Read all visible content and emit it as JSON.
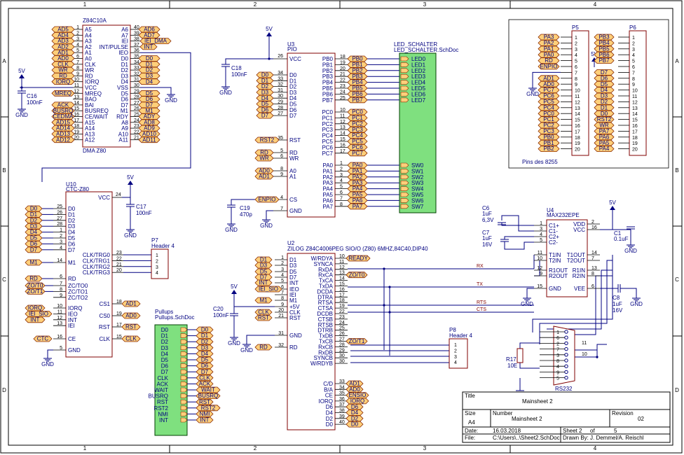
{
  "frame": {
    "cols": [
      "1",
      "2",
      "3",
      "4"
    ],
    "rows": [
      "A",
      "B",
      "C",
      "D"
    ]
  },
  "dma": {
    "ref": "Z84C10A",
    "name": "DMA Z80",
    "left_pins": [
      {
        "n": "A5",
        "num": "1",
        "net": "AD5"
      },
      {
        "n": "A4",
        "num": "2",
        "net": "AD4"
      },
      {
        "n": "A3",
        "num": "3",
        "net": "AD3"
      },
      {
        "n": "A2",
        "num": "4",
        "net": "AD2"
      },
      {
        "n": "A1",
        "num": "5",
        "net": "AD1"
      },
      {
        "n": "A0",
        "num": "6",
        "net": "AD0"
      },
      {
        "n": "CLK",
        "num": "7",
        "net": "CLK"
      },
      {
        "n": "WR",
        "num": "8",
        "net": "WR"
      },
      {
        "n": "RD",
        "num": "9",
        "net": "RD"
      },
      {
        "n": "IORQ",
        "num": "10",
        "net": "IORQ"
      },
      {
        "n": "VCC",
        "num": "11",
        "net": ""
      },
      {
        "n": "MREQ",
        "num": "12",
        "net": "MREQ"
      },
      {
        "n": "BAO",
        "num": "13",
        "net": ""
      },
      {
        "n": "BAI",
        "num": "14",
        "net": "ACK"
      },
      {
        "n": "BUSREQ",
        "num": "15",
        "net": "BUSRQ"
      },
      {
        "n": "CE/WAIT",
        "num": "16",
        "net": "CEDMA"
      },
      {
        "n": "A15",
        "num": "17",
        "net": "AD15"
      },
      {
        "n": "A14",
        "num": "18",
        "net": "AD14"
      },
      {
        "n": "A13",
        "num": "19",
        "net": "AD13"
      },
      {
        "n": "A12",
        "num": "20",
        "net": "AD12"
      }
    ],
    "right_pins": [
      {
        "n": "A6",
        "num": "40",
        "net": "AD6"
      },
      {
        "n": "A7",
        "num": "39",
        "net": "AD7"
      },
      {
        "n": "IEI",
        "num": "38",
        "net": "IEI_DMA"
      },
      {
        "n": "INT/PULSE",
        "num": "37",
        "net": "INT"
      },
      {
        "n": "IEO",
        "num": "36",
        "net": ""
      },
      {
        "n": "D0",
        "num": "35",
        "net": "D0"
      },
      {
        "n": "D1",
        "num": "34",
        "net": "D1"
      },
      {
        "n": "D2",
        "num": "33",
        "net": "D2"
      },
      {
        "n": "D3",
        "num": "32",
        "net": "D3"
      },
      {
        "n": "D4",
        "num": "31",
        "net": "D4"
      },
      {
        "n": "VSS",
        "num": "30",
        "net": ""
      },
      {
        "n": "D5",
        "num": "29",
        "net": "D5"
      },
      {
        "n": "D6",
        "num": "28",
        "net": "D6"
      },
      {
        "n": "D7",
        "num": "27",
        "net": "D7"
      },
      {
        "n": "M1",
        "num": "26",
        "net": "M1"
      },
      {
        "n": "RDY",
        "num": "25",
        "net": "ADY"
      },
      {
        "n": "A8",
        "num": "24",
        "net": "AD8"
      },
      {
        "n": "A9",
        "num": "23",
        "net": "AD9"
      },
      {
        "n": "A10",
        "num": "22",
        "net": "AD10"
      },
      {
        "n": "A11",
        "num": "21",
        "net": "AD11"
      }
    ],
    "cap": {
      "ref": "C16",
      "val": "100nF",
      "vcc": "5V",
      "gnd": "GND"
    }
  },
  "pio": {
    "ref": "U3",
    "name": "PIO",
    "vcc_pin": {
      "n": "VCC",
      "num": "26"
    },
    "d_pins": [
      {
        "n": "D0",
        "num": "34"
      },
      {
        "n": "D1",
        "num": "33"
      },
      {
        "n": "D2",
        "num": "32"
      },
      {
        "n": "D3",
        "num": "31"
      },
      {
        "n": "D4",
        "num": "30"
      },
      {
        "n": "D5",
        "num": "29"
      },
      {
        "n": "D6",
        "num": "28"
      },
      {
        "n": "D7",
        "num": "27"
      }
    ],
    "ctrl_pins": [
      {
        "n": "RST",
        "num": "35",
        "net": "RST2"
      },
      {
        "n": "RD",
        "num": "5",
        "net": "RD"
      },
      {
        "n": "WR",
        "num": "6",
        "net": "WR"
      },
      {
        "n": "A0",
        "num": "8",
        "net": "AD0"
      },
      {
        "n": "A1",
        "num": "9",
        "net": "AD1"
      },
      {
        "n": "CS",
        "num": "4",
        "net": "ENPIO"
      },
      {
        "n": "GND",
        "num": "7",
        "net": ""
      }
    ],
    "pb": [
      "PB0",
      "PB1",
      "PB2",
      "PB3",
      "PB4",
      "PB5",
      "PB6",
      "PB7"
    ],
    "pb_nums": [
      "18",
      "19",
      "20",
      "21",
      "22",
      "23",
      "24",
      "25"
    ],
    "pc": [
      "PC0",
      "PC1",
      "PC2",
      "PC3",
      "PC4",
      "PC5",
      "PC6",
      "PC7"
    ],
    "pc_nums": [
      "10",
      "11",
      "12",
      "13",
      "14",
      "15",
      "16",
      "17"
    ],
    "pa": [
      "PA0",
      "PA1",
      "PA2",
      "PA3",
      "PA4",
      "PA5",
      "PA6",
      "PA7"
    ],
    "pa_nums": [
      "1",
      "2",
      "3",
      "4",
      "5",
      "6",
      "7",
      "8"
    ],
    "cap_c18": {
      "ref": "C18",
      "val": "100nF",
      "vcc": "5V",
      "gnd": "GND"
    },
    "cap_c19": {
      "ref": "C19",
      "val": "470p",
      "gnd": "GND"
    }
  },
  "led_sheet": {
    "name": "LED_SCHALTER",
    "file": "LED_SCHALTER.SchDoc",
    "leds": [
      "LED0",
      "LED1",
      "LED2",
      "LED3",
      "LED4",
      "LED5",
      "LED6",
      "LED7"
    ],
    "sws": [
      "SW0",
      "SW1",
      "SW2",
      "SW3",
      "SW4",
      "SW5",
      "SW6",
      "SW7"
    ]
  },
  "pins8255": {
    "title": "Pins des 8255",
    "p5": "P5",
    "p6": "P6",
    "p5_nets": [
      "PA3",
      "PA2",
      "PA1",
      "PA0",
      "RD",
      "ENPIO",
      "",
      "AD1",
      "AD0",
      "PC7",
      "PC6",
      "PC5",
      "PC4",
      "PC0",
      "PC1",
      "PC2",
      "PC3",
      "PB0",
      "PB1",
      "PB2"
    ],
    "p6_nets": [
      "PB3",
      "PB4",
      "PB5",
      "PB6",
      "PB7",
      "",
      "D7",
      "D6",
      "D5",
      "D4",
      "D3",
      "D2",
      "D1",
      "D0",
      "RST2",
      "WR",
      "PA7",
      "PA6",
      "PA5",
      "PA4"
    ],
    "nums": [
      "1",
      "2",
      "3",
      "4",
      "5",
      "6",
      "7",
      "8",
      "9",
      "10",
      "11",
      "12",
      "13",
      "14",
      "15",
      "16",
      "17",
      "18",
      "19",
      "20"
    ],
    "vcc": "5V",
    "gnd": "GND"
  },
  "ctc": {
    "ref": "U10",
    "name": "CTC-Z80",
    "vcc_pin": {
      "n": "VCC",
      "num": "24"
    },
    "d_pins": [
      {
        "n": "D0",
        "num": "25"
      },
      {
        "n": "D1",
        "num": "26"
      },
      {
        "n": "D2",
        "num": "27"
      },
      {
        "n": "D3",
        "num": "28"
      },
      {
        "n": "D4",
        "num": "1"
      },
      {
        "n": "D5",
        "num": "2"
      },
      {
        "n": "D6",
        "num": "3"
      },
      {
        "n": "D7",
        "num": "4"
      }
    ],
    "m1": {
      "n": "M1",
      "num": "14",
      "net": "M1"
    },
    "zc": [
      {
        "n": "ZC/TO0",
        "num": "7",
        "net": "ZO/T0"
      },
      {
        "n": "ZC/TO1",
        "num": "8",
        "net": "ZO/T1"
      },
      {
        "n": "ZC/TO2",
        "num": "9",
        "net": ""
      }
    ],
    "ctrl": [
      {
        "n": "IORQ",
        "num": "10",
        "net": "IORQ"
      },
      {
        "n": "IEO",
        "num": "11",
        "net": "IEI_SIO"
      },
      {
        "n": "INT",
        "num": "12",
        "net": "INT"
      },
      {
        "n": "IEI",
        "num": "13",
        "net": ""
      }
    ],
    "ce": {
      "n": "CE",
      "num": "16",
      "net": "CTC"
    },
    "gnd": {
      "n": "GND",
      "num": "5"
    },
    "trg": [
      {
        "n": "CLK/TRG0",
        "num": "23"
      },
      {
        "n": "CLK/TRG1",
        "num": "22"
      },
      {
        "n": "CLK/TRG2",
        "num": "21"
      },
      {
        "n": "CLK/TRG3",
        "num": "20"
      }
    ],
    "right_ctrl": [
      {
        "n": "CS1",
        "num": "18",
        "net": "AD1"
      },
      {
        "n": "CS0",
        "num": "19",
        "net": "AD0"
      },
      {
        "n": "RST",
        "num": "17",
        "net": "RST"
      },
      {
        "n": "CLK",
        "num": "15",
        "net": "CLK"
      }
    ],
    "rd": {
      "n": "RD",
      "num": "6",
      "net": "RD"
    },
    "cap": {
      "ref": "C17",
      "val": "100nF",
      "vcc": "5V",
      "gnd": "GND"
    }
  },
  "p7": {
    "ref": "P7",
    "name": "Header 4",
    "nums": [
      "1",
      "2",
      "3",
      "4"
    ]
  },
  "pullups": {
    "name": "Pullups",
    "file": "Pullups.SchDoc",
    "pins": [
      "D0",
      "D1",
      "D2",
      "D3",
      "D4",
      "D5",
      "D6",
      "D7",
      "CLK",
      "ACK",
      "WAIT",
      "BUSRQ",
      "RST",
      "RST2",
      "NMI",
      "INT"
    ],
    "nets": [
      "D0",
      "D1",
      "D2",
      "D3",
      "D4",
      "D5",
      "D6",
      "D7",
      "CLK",
      "ACK",
      "WAIT",
      "BUSRQ",
      "RST",
      "RST2",
      "NMI",
      "INT"
    ]
  },
  "sio": {
    "ref": "U2",
    "name": "ZILOG Z84C4006PEG SIO/O (Z80) 6MHZ,84C40,DIP40",
    "left_pins": [
      {
        "n": "D1",
        "num": "1",
        "net": "D1"
      },
      {
        "n": "D3",
        "num": "2",
        "net": "D3"
      },
      {
        "n": "D5",
        "num": "3",
        "net": "D5"
      },
      {
        "n": "D7",
        "num": "4",
        "net": "D7"
      },
      {
        "n": "INT",
        "num": "5",
        "net": "INT"
      },
      {
        "n": "IEO",
        "num": "6",
        "net": "IEI_SIO"
      },
      {
        "n": "IEI",
        "num": "7",
        "net": ""
      },
      {
        "n": "M1",
        "num": "8",
        "net": "M1"
      },
      {
        "n": "+5V",
        "num": "9",
        "net": ""
      },
      {
        "n": "CLK",
        "num": "20",
        "net": "CLK"
      },
      {
        "n": "RST",
        "num": "21",
        "net": "RST"
      },
      {
        "n": "GND",
        "num": "31",
        "net": ""
      },
      {
        "n": "RD",
        "num": "32",
        "net": "RD"
      }
    ],
    "right_pins": [
      {
        "n": "W/RDYA",
        "num": "10",
        "net": "READY"
      },
      {
        "n": "SYNCA",
        "num": "11",
        "net": ""
      },
      {
        "n": "RxDA",
        "num": "12",
        "net": ""
      },
      {
        "n": "RxCA",
        "num": "13",
        "net": "ZO/T0"
      },
      {
        "n": "TxCA",
        "num": "14",
        "net": ""
      },
      {
        "n": "TxDA",
        "num": "15",
        "net": ""
      },
      {
        "n": "DCDA",
        "num": "16",
        "net": ""
      },
      {
        "n": "DTRA",
        "num": "17",
        "net": ""
      },
      {
        "n": "RTSA",
        "num": "18",
        "net": ""
      },
      {
        "n": "CTSA",
        "num": "19",
        "net": ""
      },
      {
        "n": "DCDB",
        "num": "22",
        "net": ""
      },
      {
        "n": "CTSB",
        "num": "23",
        "net": ""
      },
      {
        "n": "RTSB",
        "num": "24",
        "net": ""
      },
      {
        "n": "DTRB",
        "num": "25",
        "net": ""
      },
      {
        "n": "TxDB",
        "num": "26",
        "net": ""
      },
      {
        "n": "TxCB",
        "num": "27",
        "net": "ZO/T1"
      },
      {
        "n": "RxCB",
        "num": "28",
        "net": ""
      },
      {
        "n": "RxDB",
        "num": "29",
        "net": ""
      },
      {
        "n": "SYNCB",
        "num": "30",
        "net": ""
      },
      {
        "n": "W/RDYB",
        "num": "30",
        "net": ""
      }
    ],
    "bottom_pins": [
      {
        "n": "C/D",
        "num": "33",
        "net": "AD1"
      },
      {
        "n": "B/A",
        "num": "34",
        "net": "AD0"
      },
      {
        "n": "CE",
        "num": "35",
        "net": "ENSIO"
      },
      {
        "n": "IORQ",
        "num": "36",
        "net": "IORQ"
      },
      {
        "n": "D6",
        "num": "37",
        "net": "D6"
      },
      {
        "n": "D4",
        "num": "38",
        "net": "D4"
      },
      {
        "n": "D2",
        "num": "39",
        "net": "D2"
      },
      {
        "n": "D0",
        "num": "40",
        "net": "D0"
      }
    ],
    "cap": {
      "ref": "C20",
      "val": "100nF",
      "vcc": "5V",
      "gnd": "GND"
    }
  },
  "p8": {
    "ref": "P8",
    "name": "Header 4",
    "nums": [
      "1",
      "2",
      "3",
      "4"
    ]
  },
  "max": {
    "ref": "U4",
    "name": "MAX232EPE",
    "left_pins": [
      {
        "n": "C1+",
        "num": "1"
      },
      {
        "n": "C1-",
        "num": "3"
      },
      {
        "n": "C2+",
        "num": "4"
      },
      {
        "n": "C2-",
        "num": "5"
      },
      {
        "n": "T1IN",
        "num": "11"
      },
      {
        "n": "T2IN",
        "num": "10"
      },
      {
        "n": "R1OUT",
        "num": "12"
      },
      {
        "n": "R2OUT",
        "num": "9"
      },
      {
        "n": "GND",
        "num": "15"
      }
    ],
    "right_pins": [
      {
        "n": "VDD",
        "num": "2"
      },
      {
        "n": "VCC",
        "num": "16"
      },
      {
        "n": "T1OUT",
        "num": "14"
      },
      {
        "n": "T2OUT",
        "num": "7"
      },
      {
        "n": "R1IN",
        "num": "13"
      },
      {
        "n": "R2IN",
        "num": "8"
      },
      {
        "n": "VEE",
        "num": "6"
      }
    ],
    "signals": [
      "RX",
      "TX",
      "RTS",
      "CTS"
    ],
    "c6": {
      "ref": "C6",
      "val1": "1uF",
      "val2": "6,3V"
    },
    "c7": {
      "ref": "C7",
      "val1": "1uF",
      "val2": "16V"
    },
    "c1": {
      "ref": "C1",
      "val": "0.1uF"
    },
    "c8": {
      "ref": "C8",
      "val1": "1uF",
      "val2": "16V"
    },
    "vcc": "5V",
    "gnd": "GND"
  },
  "rs232": {
    "name": "RS232",
    "r17": {
      "ref": "R17",
      "val": "10E"
    },
    "dsub_nums": [
      "1",
      "6",
      "2",
      "7",
      "3",
      "8",
      "4",
      "9",
      "5"
    ],
    "pins_ext": [
      "11",
      "10"
    ],
    "gnd": "GND"
  },
  "title_block": {
    "title_label": "Title",
    "title": "Mainsheet 2",
    "size_label": "Size",
    "size": "A4",
    "number_label": "Number",
    "number": "Mainsheet 2",
    "revision_label": "Revision",
    "revision": "02",
    "date_label": "Date:",
    "date": "16.03.2018",
    "sheet_label": "Sheet",
    "sheet_of": "of",
    "sheet_no": "2",
    "sheet_total": "5",
    "file_label": "File:",
    "file": "C:\\Users\\..\\Sheet2.SchDoc",
    "drawn_label": "Drawn By:",
    "drawn": "J. Demmel/A. Reischl"
  }
}
